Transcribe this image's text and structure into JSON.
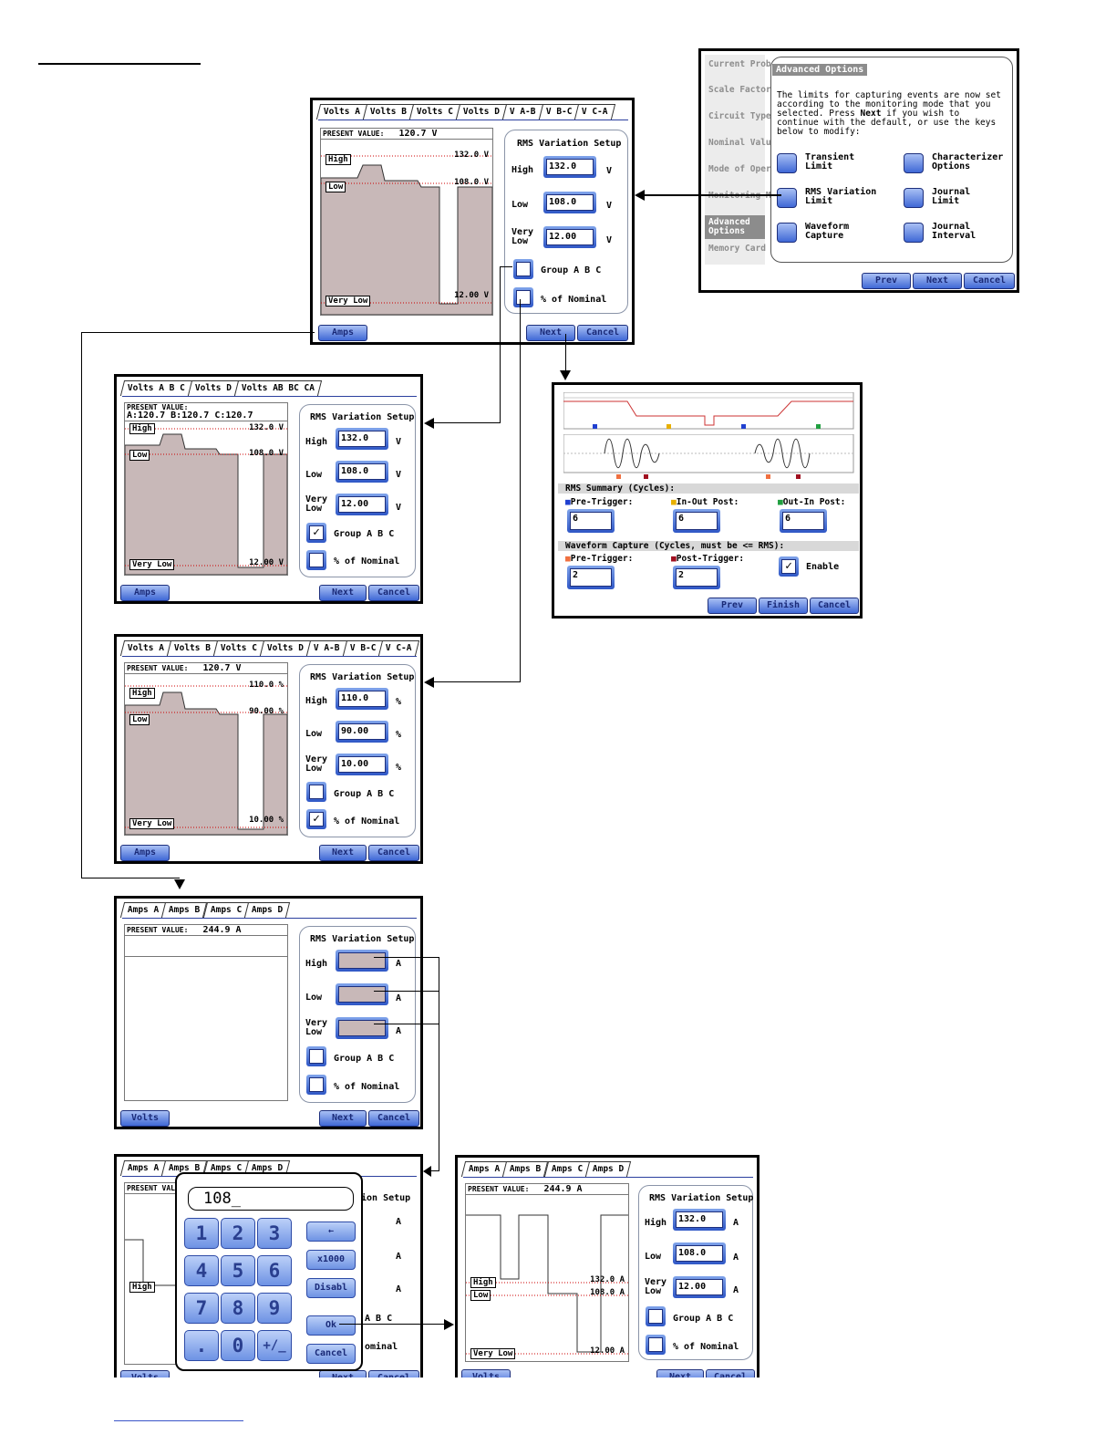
{
  "tabs_volts": [
    "Volts A",
    "Volts B",
    "Volts C",
    "Volts D",
    "V A-B",
    "V B-C",
    "V C-A"
  ],
  "tabs_abc": [
    "Volts A B C",
    "Volts D",
    "Volts AB BC CA"
  ],
  "tabs_amps": [
    "Amps A",
    "Amps B",
    "Amps C",
    "Amps D"
  ],
  "present_label": "PRESENT VALUE:",
  "pv_volts": "120.7 V",
  "pv_abc": "A:120.7  B:120.7  C:120.7",
  "pv_amps": "244.9 A",
  "rms_title": "RMS Variation Setup",
  "lbl_high": "High",
  "lbl_low": "Low",
  "lbl_very": "Very",
  "lbl_low2": "Low",
  "lbl_very_low": "Very Low",
  "group": "Group A B C",
  "nominal": "% of Nominal",
  "nominal_short": "ominal",
  "unit_v": "V",
  "unit_pct": "%",
  "unit_a": "A",
  "btn_amps": "Amps",
  "btn_volts": "Volts",
  "btn_next": "Next",
  "btn_cancel": "Cancel",
  "btn_prev": "Prev",
  "btn_finish": "Finish",
  "s1": {
    "high": "132.0",
    "low": "108.0",
    "very_low": "12.00",
    "lim_high": "132.0 V",
    "lim_low": "108.0 V",
    "lim_vlow": "12.00 V"
  },
  "s3": {
    "high": "110.0",
    "low": "90.00",
    "very_low": "10.00",
    "lim_high": "110.0 %",
    "lim_low": "90.00 %",
    "lim_vlow": "10.00 %"
  },
  "s6": {
    "high": "132.0",
    "low": "108.0",
    "very_low": "12.00",
    "lim_high": "132.0 A",
    "lim_low": "108.0 A",
    "lim_vlow": "12.00 A"
  },
  "check_mark": "✓",
  "adv": {
    "side": [
      "Current Probe",
      "Scale Factors",
      "Circuit Type",
      "Nominal Values",
      "Mode of Operation",
      "Monitoring Mode",
      "Advanced Options",
      "Memory Card"
    ],
    "title": "Advanced Options",
    "desc1": "The limits for capturing events are now set",
    "desc2": "according to the monitoring mode that you",
    "desc3": "selected. Press",
    "desc_bold": "Next",
    "desc3b": "if you wish to",
    "desc4": "continue with the default, or use the keys",
    "desc5": "below to modify:",
    "opts": [
      [
        "Transient",
        "Limit"
      ],
      [
        "Characterizer",
        "Options"
      ],
      [
        "RMS Variation",
        "Limit"
      ],
      [
        "Journal",
        "Limit"
      ],
      [
        "Waveform",
        "Capture"
      ],
      [
        "Journal",
        "Interval"
      ]
    ]
  },
  "wave": {
    "rms_summary": "RMS Summary (Cycles):",
    "pre": "Pre-Trigger:",
    "inout": "In-Out Post:",
    "outin": "Out-In Post:",
    "v6": "6",
    "cap": "Waveform Capture (Cycles, must be <= RMS):",
    "post": "Post-Trigger:",
    "v2": "2",
    "enable": "Enable"
  },
  "keypad": {
    "display": "108_",
    "keys": [
      "1",
      "2",
      "3",
      "4",
      "5",
      "6",
      "7",
      "8",
      "9",
      ".",
      "0",
      "+/_"
    ],
    "back": "←",
    "x1000": "x1000",
    "disabl": "Disabl",
    "ok": "Ok",
    "cancel": "Cancel"
  },
  "partial": {
    "pv": "PRESENT VAL",
    "setup": "ion Setup",
    "abc": "A B C"
  }
}
